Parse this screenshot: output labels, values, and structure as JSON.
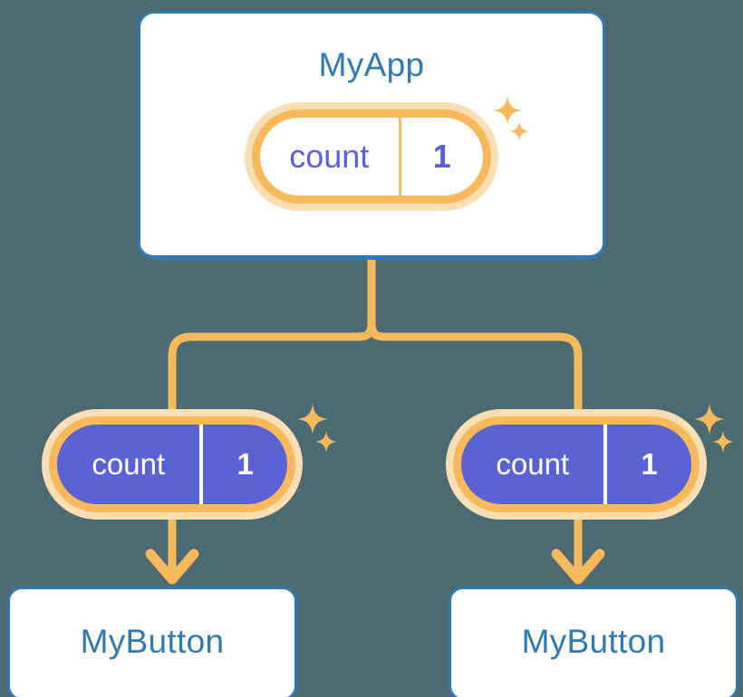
{
  "diagram": {
    "background_color": "#4c6a72",
    "accent_orange": "#f8b95c",
    "accent_orange_light": "#fbdfb4",
    "accent_blue": "#2f7ab0",
    "accent_purple": "#5b63d3",
    "accent_purple_text": "#5b5fd8"
  },
  "app": {
    "title": "MyApp",
    "state": {
      "key": "count",
      "value": "1"
    }
  },
  "children": [
    {
      "state": {
        "key": "count",
        "value": "1"
      },
      "label": "MyButton"
    },
    {
      "state": {
        "key": "count",
        "value": "1"
      },
      "label": "MyButton"
    }
  ],
  "icons": {
    "sparkle_large": "sparkle-large-icon",
    "sparkle_small": "sparkle-small-icon",
    "arrow_down": "arrow-down-icon",
    "fork_connector": "fork-connector-icon"
  }
}
